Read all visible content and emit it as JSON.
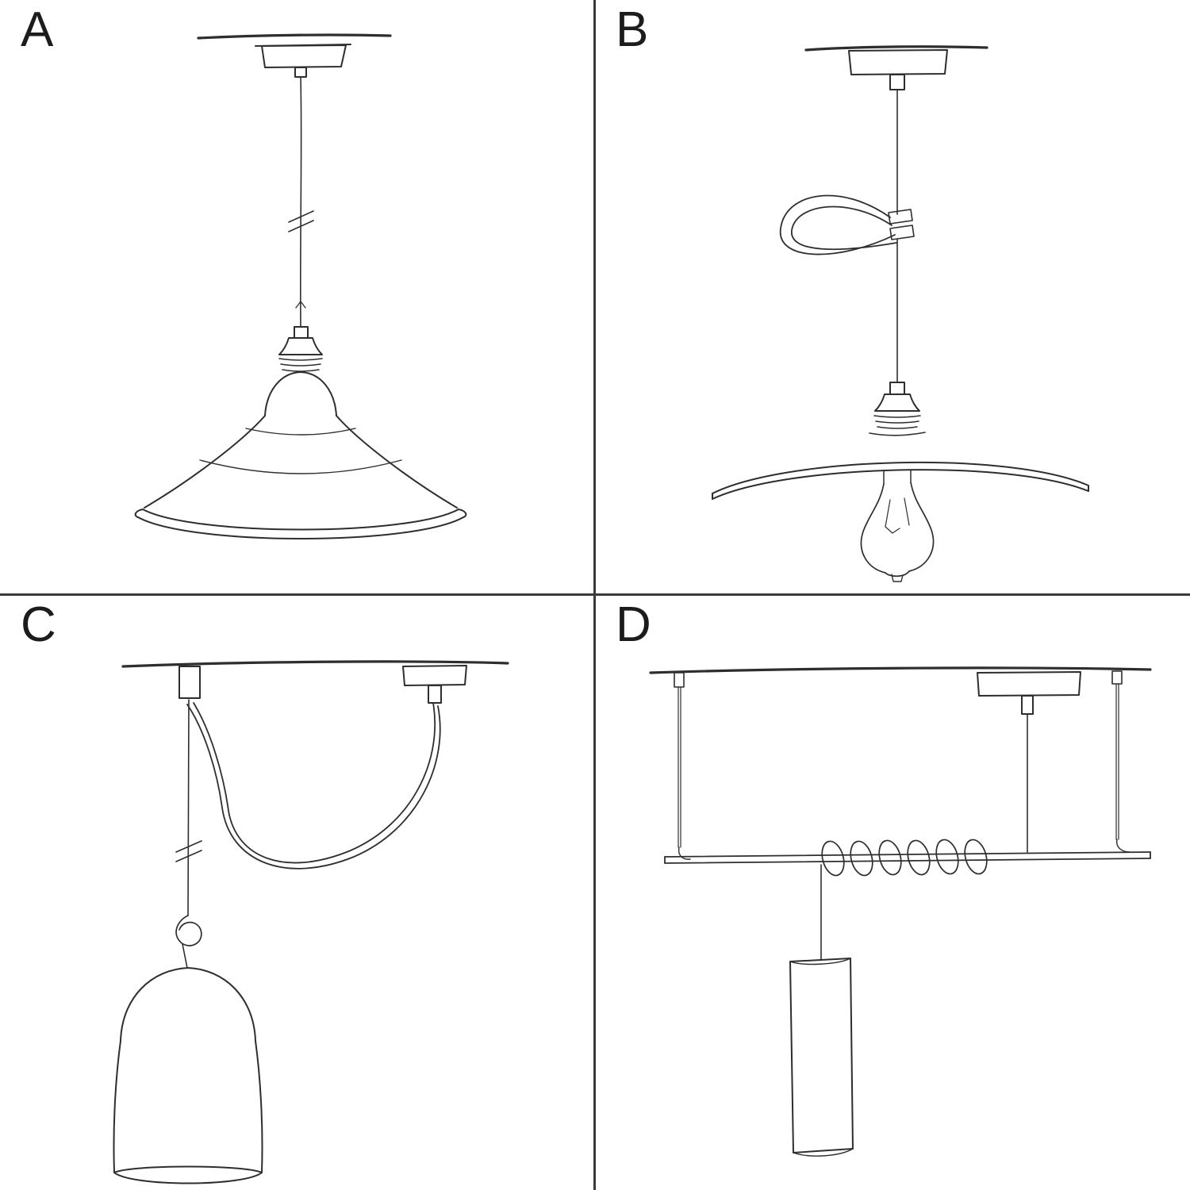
{
  "colors": {
    "ink": "#2e2e2e",
    "divider": "#3b3b3b",
    "background": "#ffffff"
  },
  "panels": [
    {
      "id": "A",
      "label": "A",
      "drawing": "pendant-lamp-with-metal-bowl-shade-sketch"
    },
    {
      "id": "B",
      "label": "B",
      "drawing": "pendant-lamp-with-flat-plate-shade-bulb-and-cable-loop-sketch"
    },
    {
      "id": "C",
      "label": "C",
      "drawing": "swag-pendant-lamp-with-bell-shade-and-knot-sketch"
    },
    {
      "id": "D",
      "label": "D",
      "drawing": "suspended-bar-with-coiled-cord-and-tube-pendant-sketch"
    }
  ]
}
